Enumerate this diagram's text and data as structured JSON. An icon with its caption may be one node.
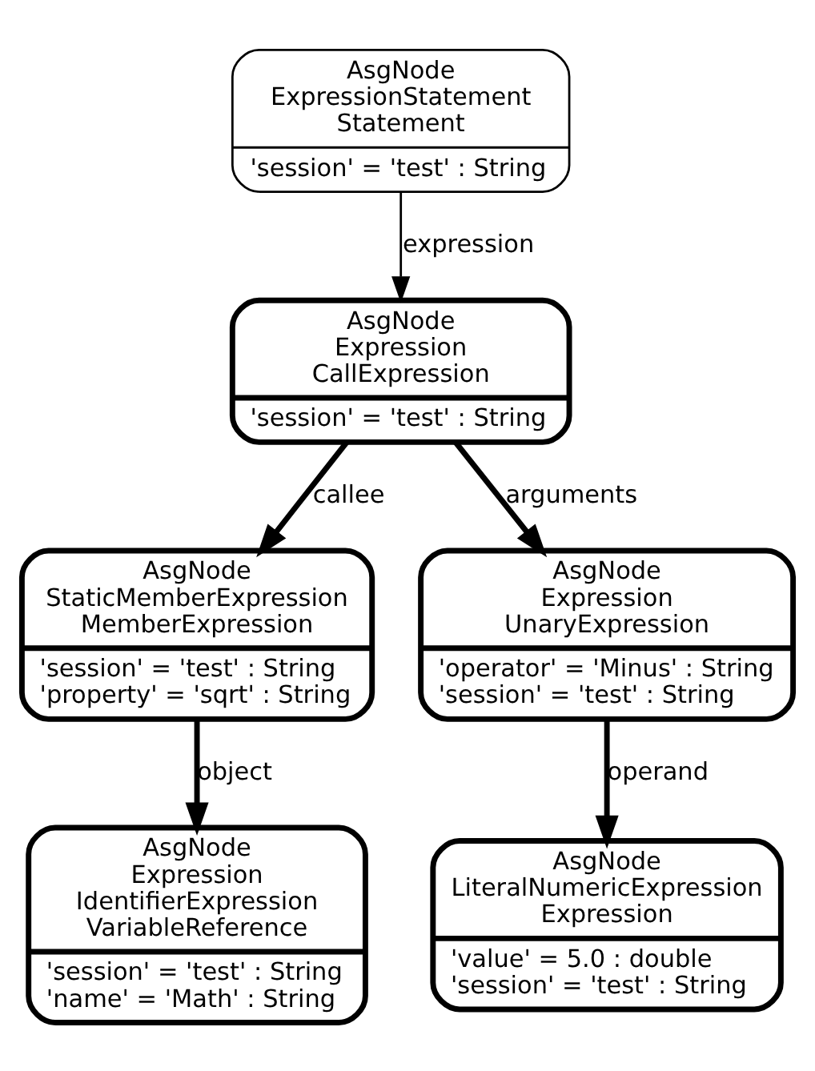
{
  "diagram": {
    "nodes": [
      {
        "text": [
          "AsgNode ExpressionStatement Statement",
          "'session' = 'test' : String"
        ]
      },
      {
        "text": [
          "AsgNode Expression CallExpression",
          "'session' = 'test' : String"
        ]
      },
      {
        "text": [
          "AsgNode StaticMemberExpression MemberExpression",
          "'session' = 'test' : String",
          "'property' = 'sqrt' : String"
        ]
      },
      {
        "text": [
          "AsgNode Expression UnaryExpression",
          "'operator' = 'Minus' : String",
          "'session' = 'test' : String"
        ]
      },
      {
        "text": [
          "AsgNode Expression IdentifierExpression VariableReference",
          "'session' = 'test' : String",
          "'name' = 'Math' : String"
        ]
      },
      {
        "text": [
          "AsgNode LiteralNumericExpression Expression",
          "'value' = 5.0 : double",
          "'session' = 'test' : String"
        ]
      }
    ],
    "edges": [
      {
        "from": 0,
        "to": 1,
        "arrow": "to",
        "label": "expression"
      },
      {
        "from": 1,
        "to": 2,
        "arrow": "to",
        "label": "callee"
      },
      {
        "from": 1,
        "to": 3,
        "arrow": "to",
        "label": "arguments"
      },
      {
        "from": 2,
        "to": 4,
        "arrow": "to",
        "label": "object"
      },
      {
        "from": 3,
        "to": 5,
        "arrow": "to",
        "label": "operand"
      }
    ]
  }
}
